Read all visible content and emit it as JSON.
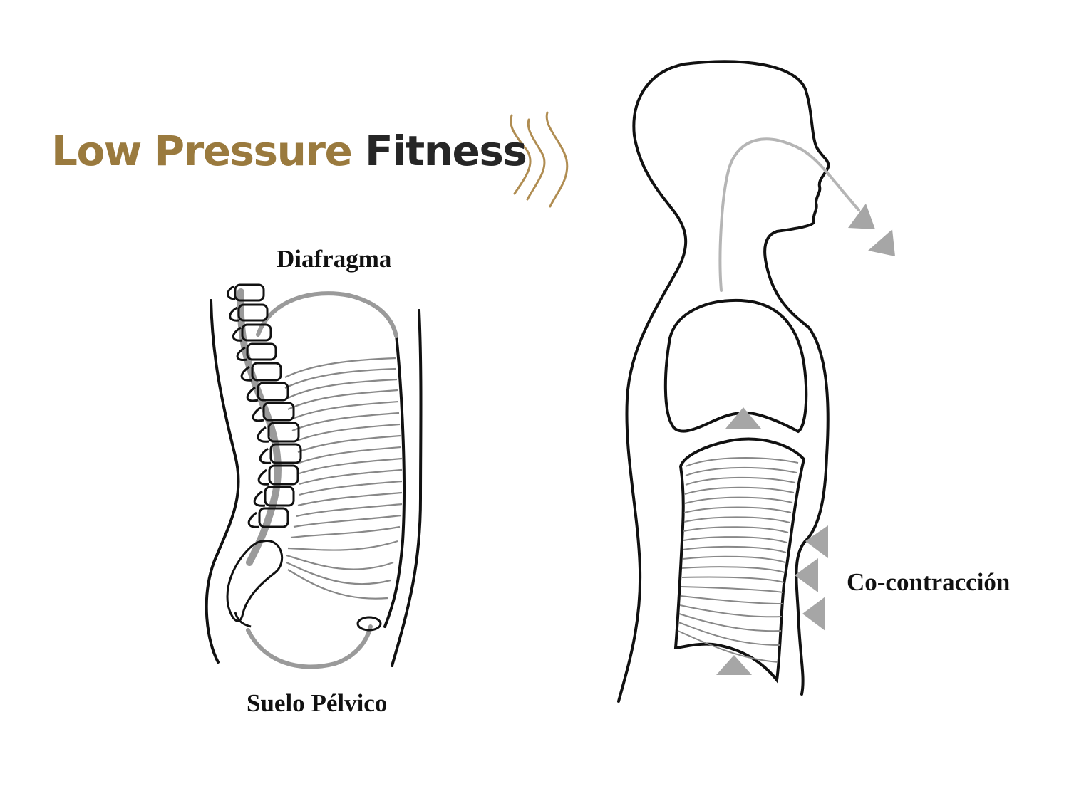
{
  "logo": {
    "brand_part1": "Low Pressure",
    "brand_part2": "Fitness",
    "gold_color": "#9a7a3e",
    "dark_color": "#262626"
  },
  "labels": {
    "diaphragm": "Diafragma",
    "pelvic_floor": "Suelo Pélvico",
    "co_contraction": "Co-contracción"
  },
  "colors": {
    "outline": "#111111",
    "muscle": "#9a9a9a",
    "arrow": "#a6a6a6"
  }
}
